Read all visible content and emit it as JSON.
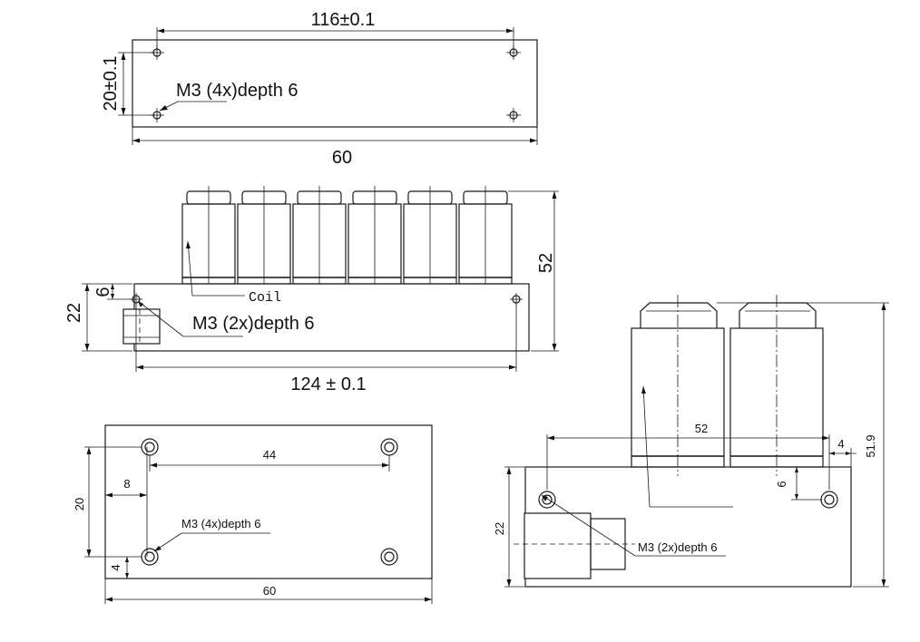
{
  "view_top": {
    "width_dim": "116±0.1",
    "height_dim": "20±0.1",
    "length_dim": "60",
    "hole_note": "M3 (4x)depth 6"
  },
  "view_front": {
    "height_dim": "52",
    "base_height_dim": "22",
    "offset_dim": "6",
    "coil_label": "Coil",
    "hole_note": "M3 (2x)depth 6",
    "length_dim": "124 ± 0.1"
  },
  "view_bottom": {
    "spacing_dim": "44",
    "offset_dim": "8",
    "height_dim": "20",
    "edge_dim": "4",
    "length_dim": "60",
    "hole_note": "M3 (4x)depth 6"
  },
  "view_side": {
    "width_dim": "52",
    "edge_dim": "4",
    "height_dim": "51.9",
    "offset_dim": "6",
    "base_height_dim": "22",
    "hole_note": "M3 (2x)depth 6"
  }
}
